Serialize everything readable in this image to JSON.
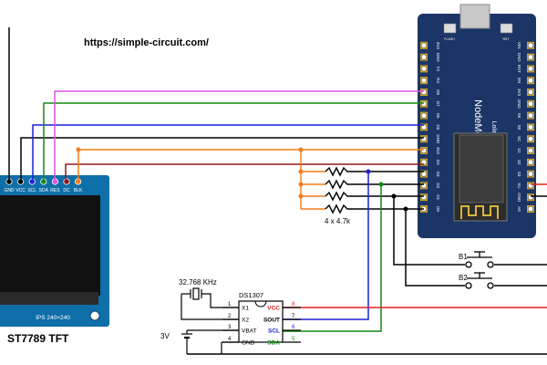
{
  "url": "https://simple-circuit.com/",
  "tft": {
    "title": "ST7789 TFT",
    "label": "IPS 240×240",
    "pins": [
      "GND",
      "VCC",
      "SCL",
      "SDA",
      "RES",
      "DC",
      "BLK"
    ]
  },
  "nodemcu": {
    "name": "NodeMcu v3",
    "sub": "Lolin",
    "flash_label": "FLASH",
    "rst_label": "RST",
    "left_pins": [
      "A0",
      "GND",
      "VU",
      "S3",
      "S2",
      "S1",
      "SC",
      "S0",
      "SK",
      "GND",
      "3V3",
      "EN",
      "RST",
      "GND",
      "VIN"
    ],
    "right_pins": [
      "D0",
      "D1",
      "D2",
      "D3",
      "D4",
      "3V3",
      "GND",
      "D5",
      "D6",
      "D7",
      "D8",
      "RX",
      "TX",
      "GND",
      "3V3"
    ]
  },
  "resistors_label": "4 x 4.7k",
  "buttons": [
    "B1",
    "B2"
  ],
  "crystal_label": "32.768 KHz",
  "ds1307": {
    "name": "DS1307",
    "left_pins": [
      {
        "num": "1",
        "name": "X1"
      },
      {
        "num": "2",
        "name": "X2"
      },
      {
        "num": "3",
        "name": "VBAT"
      },
      {
        "num": "4",
        "name": "GND"
      }
    ],
    "right_pins": [
      {
        "num": "8",
        "name": "VCC",
        "color": "#e32020"
      },
      {
        "num": "7",
        "name": "SOUT",
        "color": "#000000"
      },
      {
        "num": "6",
        "name": "SCL",
        "color": "#1f1fd6"
      },
      {
        "num": "5",
        "name": "SDA",
        "color": "#138a13"
      }
    ]
  },
  "battery_label": "3V",
  "colors": {
    "magenta": "#e052e0",
    "green": "#138a13",
    "blue": "#1f1fd6",
    "orange": "#f07d1a",
    "darkred": "#8b1a1a",
    "red": "#e32020",
    "board": "#1b3566",
    "pcb": "#0f6fa8"
  }
}
